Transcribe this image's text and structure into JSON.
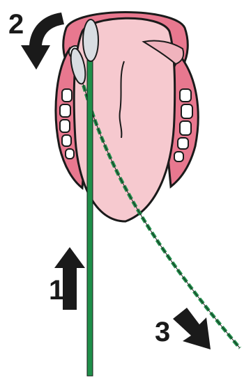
{
  "steps": [
    {
      "number": "1",
      "direction": "up"
    },
    {
      "number": "2",
      "direction": "rotate-counterclockwise"
    },
    {
      "number": "3",
      "direction": "down-right"
    }
  ],
  "colors": {
    "tongue": "#f6c9cf",
    "tongue_shadow": "#f0b3bd",
    "gums": "#e8788f",
    "teeth": "#ffffff",
    "outline": "#1a1a1a",
    "swab_stick": "#1f8f4a",
    "swab_tip": "#d9dde2",
    "arrow": "#1a1a1a"
  },
  "icons": [
    "swab-icon",
    "arrow-up-icon",
    "rotate-arrow-icon",
    "arrow-down-right-icon"
  ]
}
